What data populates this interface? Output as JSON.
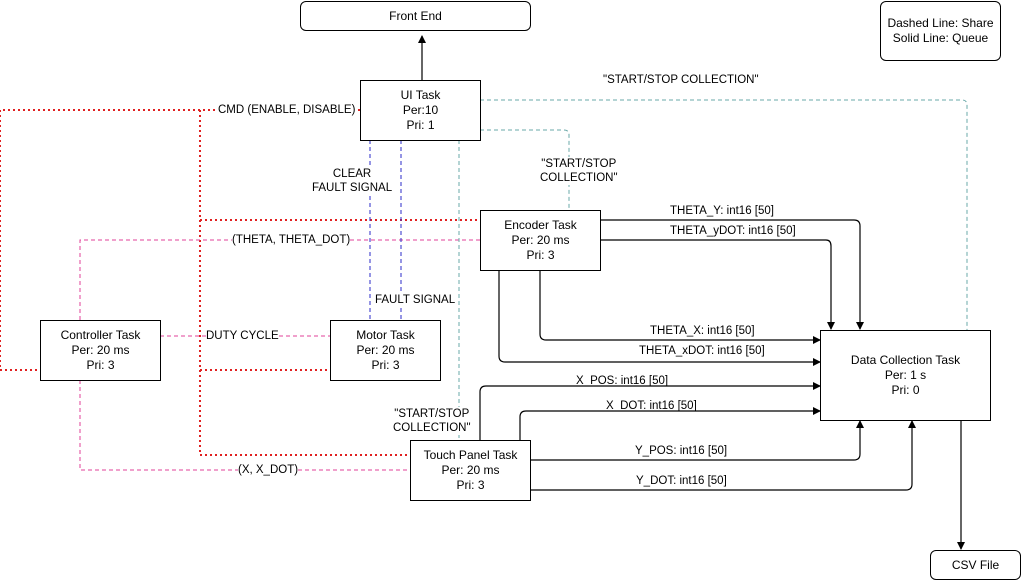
{
  "colors": {
    "queue": "#000000",
    "red": "#e02020",
    "pink": "#e0409a",
    "blue": "#2b2bc8",
    "teal": "#6aa8a8"
  },
  "boxes": {
    "front_end": {
      "title": "Front End"
    },
    "legend": {
      "line1": "Dashed Line: Share",
      "line2": "Solid Line: Queue"
    },
    "ui_task": {
      "title": "UI Task",
      "per": "Per:10",
      "pri": "Pri: 1"
    },
    "encoder_task": {
      "title": "Encoder Task",
      "per": "Per: 20 ms",
      "pri": "Pri: 3"
    },
    "controller_task": {
      "title": "Controller Task",
      "per": "Per: 20 ms",
      "pri": "Pri: 3"
    },
    "motor_task": {
      "title": "Motor Task",
      "per": "Per: 20 ms",
      "pri": "Pri: 3"
    },
    "touch_panel_task": {
      "title": "Touch Panel Task",
      "per": "Per: 20 ms",
      "pri": "Pri: 3"
    },
    "data_collection_task": {
      "title": "Data Collection Task",
      "per": "Per: 1 s",
      "pri": "Pri: 0"
    },
    "csv_file": {
      "title": "CSV File"
    }
  },
  "labels": {
    "start_stop_top": "\"START/STOP COLLECTION\"",
    "start_stop_enc_1": "\"START/STOP",
    "start_stop_enc_2": "COLLECTION\"",
    "start_stop_tp_1": "\"START/STOP",
    "start_stop_tp_2": "COLLECTION\"",
    "cmd": "CMD (ENABLE, DISABLE)",
    "clear_fault_1": "CLEAR",
    "clear_fault_2": "FAULT SIGNAL",
    "fault_signal": "FAULT SIGNAL",
    "theta_pair": "(THETA, THETA_DOT)",
    "duty_cycle": "DUTY CYCLE",
    "x_pair": "(X, X_DOT)",
    "theta_y": "THETA_Y: int16 [50]",
    "theta_ydot": "THETA_yDOT: int16 [50]",
    "theta_x": "THETA_X: int16 [50]",
    "theta_xdot": "THETA_xDOT: int16 [50]",
    "x_pos": "X_POS: int16 [50]",
    "x_dot": "X_DOT: int16 [50]",
    "y_pos": "Y_POS: int16 [50]",
    "y_dot": "Y_DOT: int16 [50]"
  }
}
